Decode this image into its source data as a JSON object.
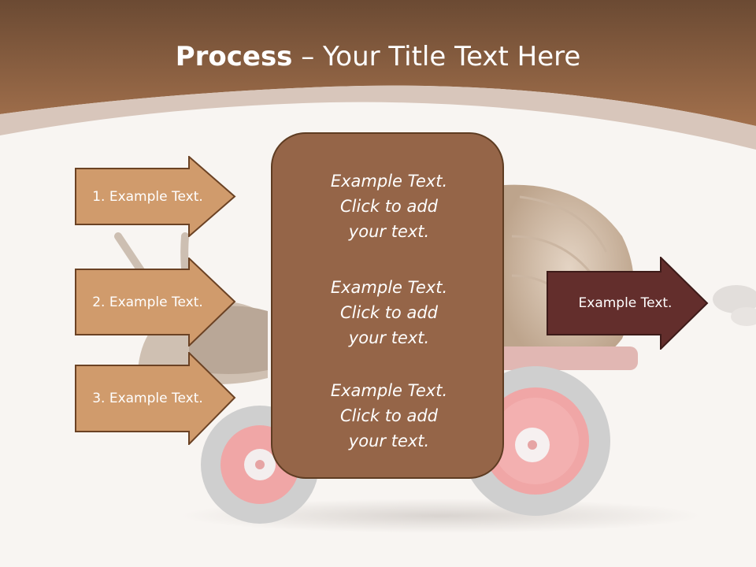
{
  "slide": {
    "title_bold": "Process",
    "title_rest": " – Your Title Text Here",
    "left_arrows": [
      {
        "label": "1. Example Text."
      },
      {
        "label": "2. Example Text."
      },
      {
        "label": "3. Example Text."
      }
    ],
    "center_blocks": [
      {
        "line1": "Example Text.",
        "line2": "Click  to add",
        "line3": "your text."
      },
      {
        "line1": "Example Text.",
        "line2": "Click  to add",
        "line3": "your text."
      },
      {
        "line1": "Example Text.",
        "line2": "Click  to add",
        "line3": "your text."
      }
    ],
    "right_arrow": {
      "label": "Example Text."
    }
  },
  "colors": {
    "header_dark": "#6b4a33",
    "header_light": "#9e7050",
    "left_arrow_fill": "#d09b6c",
    "left_arrow_border": "#6b4224",
    "center_fill": "#956548",
    "right_arrow_fill": "#632e2c"
  },
  "background_image": "snail-on-wheels"
}
